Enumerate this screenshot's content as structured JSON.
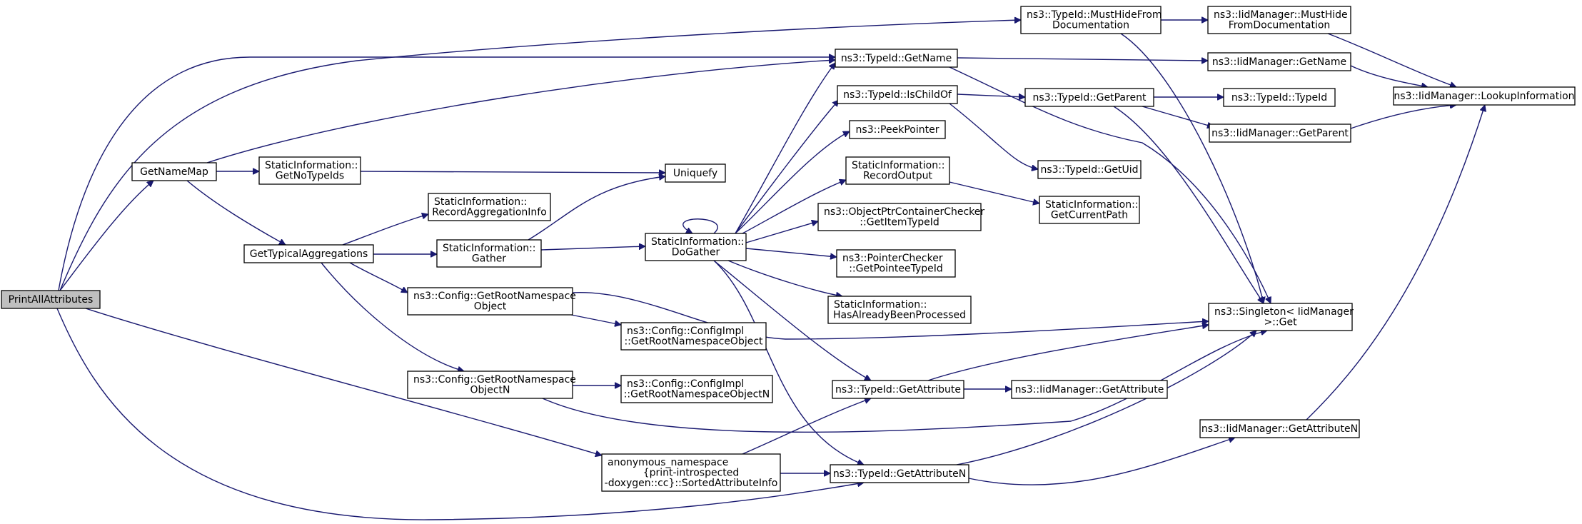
{
  "nodes": [
    {
      "id": "printall",
      "lines": [
        "PrintAllAttributes"
      ],
      "root": true
    },
    {
      "id": "getnamemap",
      "lines": [
        "GetNameMap"
      ]
    },
    {
      "id": "typicalagg",
      "lines": [
        "GetTypicalAggregations"
      ]
    },
    {
      "id": "getnotypeids",
      "lines": [
        "StaticInformation::",
        "GetNoTypeIds"
      ]
    },
    {
      "id": "recordagg",
      "lines": [
        "StaticInformation::",
        "RecordAggregationInfo"
      ]
    },
    {
      "id": "gather",
      "lines": [
        "StaticInformation::",
        "Gather"
      ]
    },
    {
      "id": "rootns",
      "lines": [
        "ns3::Config::GetRootNamespace",
        "Object"
      ]
    },
    {
      "id": "rootnsn",
      "lines": [
        "ns3::Config::GetRootNamespace",
        "ObjectN"
      ]
    },
    {
      "id": "sortedattr",
      "lines": [
        "anonymous_namespace",
        "{print-introspected",
        "-doxygen::cc}::SortedAttributeInfo"
      ]
    },
    {
      "id": "uniquefy",
      "lines": [
        "Uniquefy"
      ]
    },
    {
      "id": "dogather",
      "lines": [
        "StaticInformation::",
        "DoGather"
      ]
    },
    {
      "id": "cfgimplroot",
      "lines": [
        "ns3::Config::ConfigImpl",
        "::GetRootNamespaceObject"
      ]
    },
    {
      "id": "cfgimplrootn",
      "lines": [
        "ns3::Config::ConfigImpl",
        "::GetRootNamespaceObjectN"
      ]
    },
    {
      "id": "mustide",
      "lines": [
        "ns3::TypeId::MustHideFrom",
        "Documentation"
      ]
    },
    {
      "id": "tidgetname",
      "lines": [
        "ns3::TypeId::GetName"
      ]
    },
    {
      "id": "ischildof",
      "lines": [
        "ns3::TypeId::IsChildOf"
      ]
    },
    {
      "id": "peekptr",
      "lines": [
        "ns3::PeekPointer"
      ]
    },
    {
      "id": "recordout",
      "lines": [
        "StaticInformation::",
        "RecordOutput"
      ]
    },
    {
      "id": "objptrchk",
      "lines": [
        "ns3::ObjectPtrContainerChecker",
        "::GetItemTypeId"
      ]
    },
    {
      "id": "ptrchk",
      "lines": [
        "ns3::PointerChecker",
        "::GetPointeeTypeId"
      ]
    },
    {
      "id": "hasproc",
      "lines": [
        "StaticInformation::",
        "HasAlreadyBeenProcessed"
      ]
    },
    {
      "id": "tidgetattr",
      "lines": [
        "ns3::TypeId::GetAttribute"
      ]
    },
    {
      "id": "tidgetattrn",
      "lines": [
        "ns3::TypeId::GetAttributeN"
      ]
    },
    {
      "id": "tidgetparent",
      "lines": [
        "ns3::TypeId::GetParent"
      ]
    },
    {
      "id": "tidgetuid",
      "lines": [
        "ns3::TypeId::GetUid"
      ]
    },
    {
      "id": "curpath",
      "lines": [
        "StaticInformation::",
        "GetCurrentPath"
      ]
    },
    {
      "id": "iidmust",
      "lines": [
        "ns3::IidManager::MustHide",
        "FromDocumentation"
      ]
    },
    {
      "id": "iidgetname",
      "lines": [
        "ns3::IidManager::GetName"
      ]
    },
    {
      "id": "tidtypeid",
      "lines": [
        "ns3::TypeId::TypeId"
      ]
    },
    {
      "id": "iidgetparent",
      "lines": [
        "ns3::IidManager::GetParent"
      ]
    },
    {
      "id": "singleton",
      "lines": [
        "ns3::Singleton< IidManager",
        ">::Get"
      ]
    },
    {
      "id": "iidgetattr",
      "lines": [
        "ns3::IidManager::GetAttribute"
      ]
    },
    {
      "id": "iidgetattrn",
      "lines": [
        "ns3::IidManager::GetAttributeN"
      ]
    },
    {
      "id": "lookup",
      "lines": [
        "ns3::IidManager::LookupInformation"
      ]
    }
  ]
}
